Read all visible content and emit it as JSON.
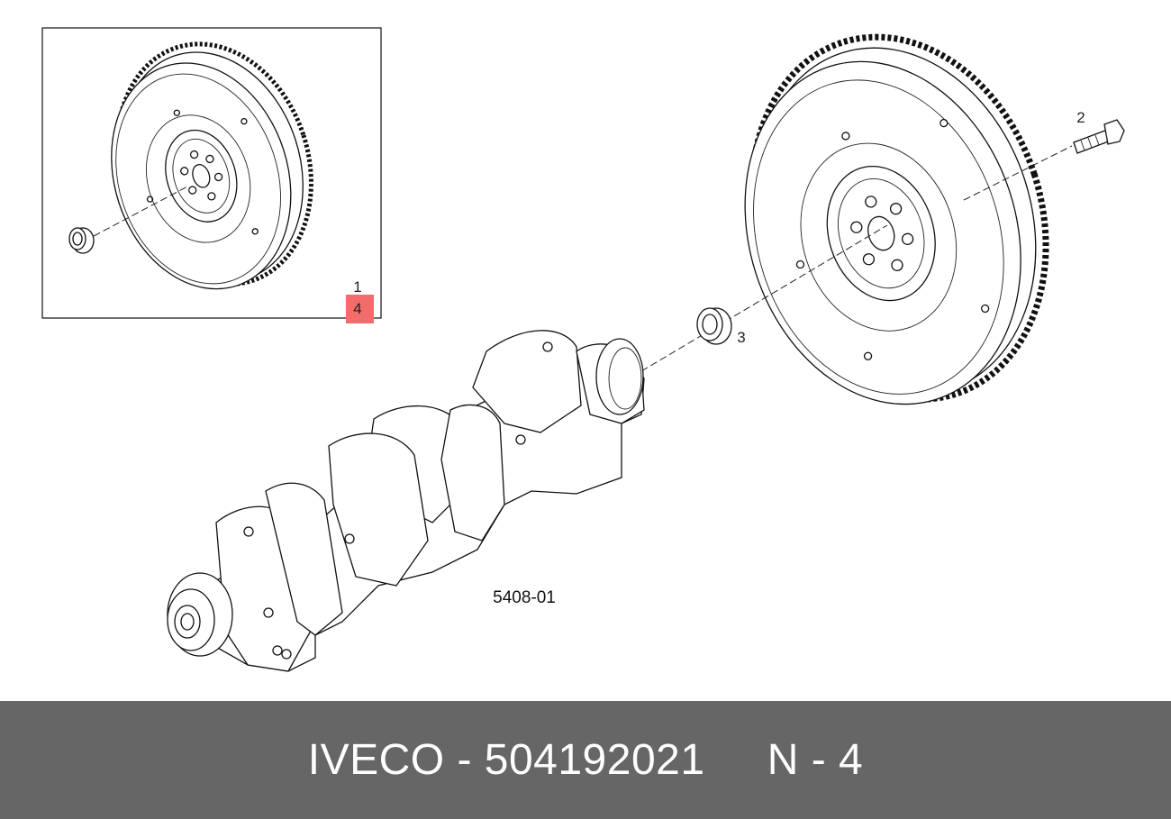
{
  "callouts": {
    "inset_part": "1",
    "inset_qty": "4",
    "bolt": "2",
    "bearing": "3"
  },
  "drawing_code": "5408-01",
  "footer": {
    "text": "IVECO - 504192021     N - 4"
  },
  "colors": {
    "footer_bg": "#666666",
    "qty_highlight": "#f26c6c",
    "line": "#111111"
  },
  "icons": {
    "flywheel": "flywheel-icon",
    "crankshaft": "crankshaft-icon",
    "bolt": "bolt-icon",
    "bearing": "bearing-icon"
  }
}
